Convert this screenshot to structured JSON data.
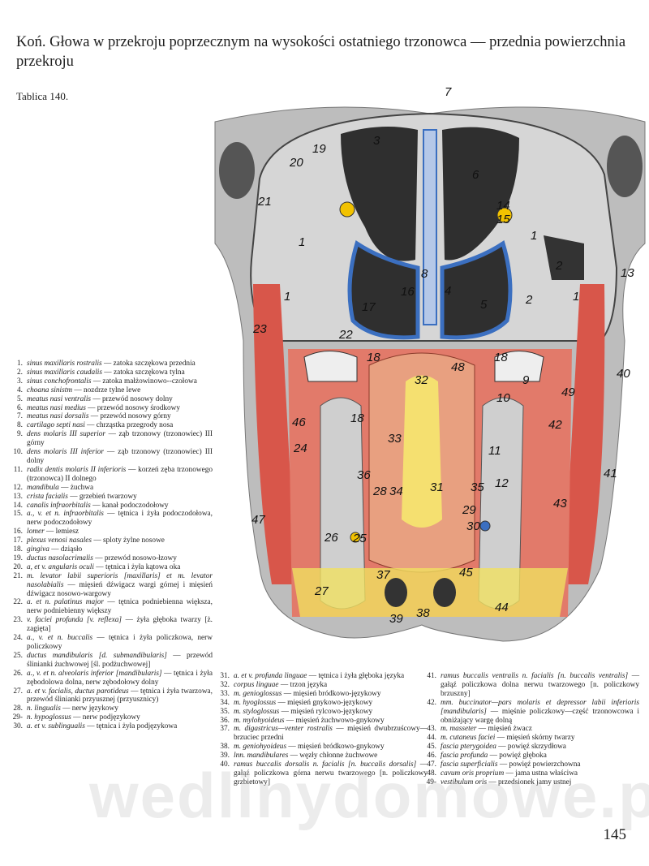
{
  "title": "Koń. Głowa w przekroju poprzecznym na wysokości ostatniego trzonowca — przednia powierzchnia przekroju",
  "plate": "Tablica 140.",
  "page_number": "145",
  "watermark": "wedlinydomowe.pl",
  "figure": {
    "labels": [
      "7",
      "3",
      "6",
      "20",
      "19",
      "21",
      "14",
      "15",
      "1",
      "1",
      "2",
      "13",
      "1",
      "8",
      "16",
      "4",
      "5",
      "17",
      "2",
      "1",
      "23",
      "22",
      "48",
      "18",
      "18",
      "32",
      "9",
      "10",
      "40",
      "49",
      "46",
      "18",
      "42",
      "24",
      "33",
      "11",
      "41",
      "36",
      "28",
      "34",
      "31",
      "35",
      "29",
      "12",
      "43",
      "47",
      "25",
      "26",
      "30",
      "37",
      "45",
      "27",
      "39",
      "38",
      "44"
    ]
  },
  "legend": [
    {
      "n": "1.",
      "latin": "sinus maxillaris rostralis",
      "pl": "zatoka szczękowa przednia"
    },
    {
      "n": "2.",
      "latin": "sinus maxillaris caudalis",
      "pl": "zatoka szczękowa tylna"
    },
    {
      "n": "3.",
      "latin": "sinus conchofrontalis",
      "pl": "zatoka małżowinowo--czołowa"
    },
    {
      "n": "4.",
      "latin": "choana sinistm",
      "pl": "nozdrze tylne lewe"
    },
    {
      "n": "5.",
      "latin": "meatus nasi ventralis",
      "pl": "przewód nosowy dolny"
    },
    {
      "n": "6.",
      "latin": "meatus nasi medius",
      "pl": "przewód nosowy środkowy"
    },
    {
      "n": "7.",
      "latin": "meatus nasi dorsalis",
      "pl": "przewód nosowy górny"
    },
    {
      "n": "8.",
      "latin": "cartilago septi nasi",
      "pl": "chrząstka przegrody nosa"
    },
    {
      "n": "9.",
      "latin": "dens molaris III superior",
      "pl": "ząb trzonowy (trzonowiec) III górny"
    },
    {
      "n": "10.",
      "latin": "dens molaris III inferior",
      "pl": "ząb trzonowy (trzonowiec) III dolny"
    },
    {
      "n": "11.",
      "latin": "radix dentis molaris II inferioris",
      "pl": "korzeń zęba trzonowego (trzonowca) II dolnego"
    },
    {
      "n": "12.",
      "latin": "mandibula",
      "pl": "żuchwa"
    },
    {
      "n": "13.",
      "latin": "crista facialis",
      "pl": "grzebień twarzowy"
    },
    {
      "n": "14.",
      "latin": "canalis infraorbitalis",
      "pl": "kanał podoczodołowy"
    },
    {
      "n": "15.",
      "latin": "a., v. et n. infraorbitalis",
      "pl": "tętnica i żyła podoczodołowa, nerw podoczodołowy"
    },
    {
      "n": "16.",
      "latin": "lomer",
      "pl": "lemiesz"
    },
    {
      "n": "17.",
      "latin": "plexus venosi nasales",
      "pl": "sploty żylne nosowe"
    },
    {
      "n": "18.",
      "latin": "gingiva",
      "pl": "dziąsło"
    },
    {
      "n": "19.",
      "latin": "ductus nasolacrimalis",
      "pl": "przewód nosowo-łzowy"
    },
    {
      "n": "20.",
      "latin": "a, et v. angularis oculi",
      "pl": "tętnica i żyła kątowa oka"
    },
    {
      "n": "21.",
      "latin": "m. levator labii superioris [maxillaris] et m. levator nasolabialis",
      "pl": "mięsień dźwigacz wargi górnej i mięsień dźwigacz nosowo-wargowy"
    },
    {
      "n": "22.",
      "latin": "a. et n. palatinus major",
      "pl": "tętnica podniebienna większa, nerw podniebienny większy"
    },
    {
      "n": "23.",
      "latin": "v. faciei profunda [v. reflexa]",
      "pl": "żyła głęboka twarzy [ż. zagięta]"
    },
    {
      "n": "24.",
      "latin": "a., v. et n. buccalis",
      "pl": "tętnica i żyła policzkowa, nerw policzkowy"
    },
    {
      "n": "25.",
      "latin": "ductus mandibularis [d. submandibularis]",
      "pl": "przewód ślinianki żuchwowej [śl. podżuchwowej]"
    },
    {
      "n": "26.",
      "latin": "a., v. et n. alveolaris inferior [mandibularis]",
      "pl": "tętnica i żyła zębodolowa dolna, nerw zębodołowy dolny"
    },
    {
      "n": "27.",
      "latin": "a. et v. facialis, ductus parotideus",
      "pl": "tętnica i żyła twarzowa, przewód ślinianki przyusznej (przyusznicy)"
    },
    {
      "n": "28.",
      "latin": "n. lingualis",
      "pl": "nerw językowy"
    },
    {
      "n": "29-",
      "latin": "n. hypoglossus",
      "pl": "nerw podjęzykowy"
    },
    {
      "n": "30.",
      "latin": "a. et v. sublingualis",
      "pl": "tętnica i żyła podjęzykowa"
    },
    {
      "n": "31.",
      "latin": "a. et v. profunda linguae",
      "pl": "tętnica i żyła głęboka języka"
    },
    {
      "n": "32.",
      "latin": "corpus linguae",
      "pl": "trzon języka"
    },
    {
      "n": "33.",
      "latin": "m. genioglossus",
      "pl": "mięsień bródkowo-językowy"
    },
    {
      "n": "34.",
      "latin": "m. hyoglossus",
      "pl": "mięsień gnykowo-językowy"
    },
    {
      "n": "35.",
      "latin": "m. styloglossus",
      "pl": "mięsień rylcowo-językowy"
    },
    {
      "n": "36.",
      "latin": "m. mylohyoideus",
      "pl": "mięsień żuchwowo-gnykowy"
    },
    {
      "n": "37.",
      "latin": "m. digastricus—venter rostralis",
      "pl": "mięsień dwubrzuścowy—brzuciec przedni"
    },
    {
      "n": "38.",
      "latin": "m. geniohyoideus",
      "pl": "mięsień bródkowo-gnykowy"
    },
    {
      "n": "39.",
      "latin": "lnn. mandibulares",
      "pl": "węzły chłonne żuchwowe"
    },
    {
      "n": "40.",
      "latin": "ramus buccalis dorsalis n. facialis [n. buccalis dorsalis]",
      "pl": "gałąź policzkowa górna nerwu twarzowego [n. policzkowy grzbietowy]"
    },
    {
      "n": "41.",
      "latin": "ramus buccalis ventralis n. facialis [n. buccalis ventralis]",
      "pl": "gałąź policzkowa dolna nerwu twarzowego [n. policzkowy brzuszny]"
    },
    {
      "n": "42.",
      "latin": "mm. buccinator—pars molaris et depressor labii inferioris [mandibularis]",
      "pl": "mięśnie policzkowy—część trzonowcowa i obniżający wargę dolną"
    },
    {
      "n": "43.",
      "latin": "m. masseter",
      "pl": "mięsień żwacz"
    },
    {
      "n": "44.",
      "latin": "m. cutaneus faciei",
      "pl": "mięsień skórny twarzy"
    },
    {
      "n": "45.",
      "latin": "fascia pterygoidea",
      "pl": "powięź skrzydłowa"
    },
    {
      "n": "46.",
      "latin": "fascia profunda",
      "pl": "powięź głęboka"
    },
    {
      "n": "47.",
      "latin": "fascia superficialis",
      "pl": "powięź powierzchowna"
    },
    {
      "n": "48.",
      "latin": "cavum oris proprium",
      "pl": "jama ustna właściwa"
    },
    {
      "n": "49-",
      "latin": "vestibulum oris",
      "pl": "przedsionek jamy ustnej"
    }
  ]
}
